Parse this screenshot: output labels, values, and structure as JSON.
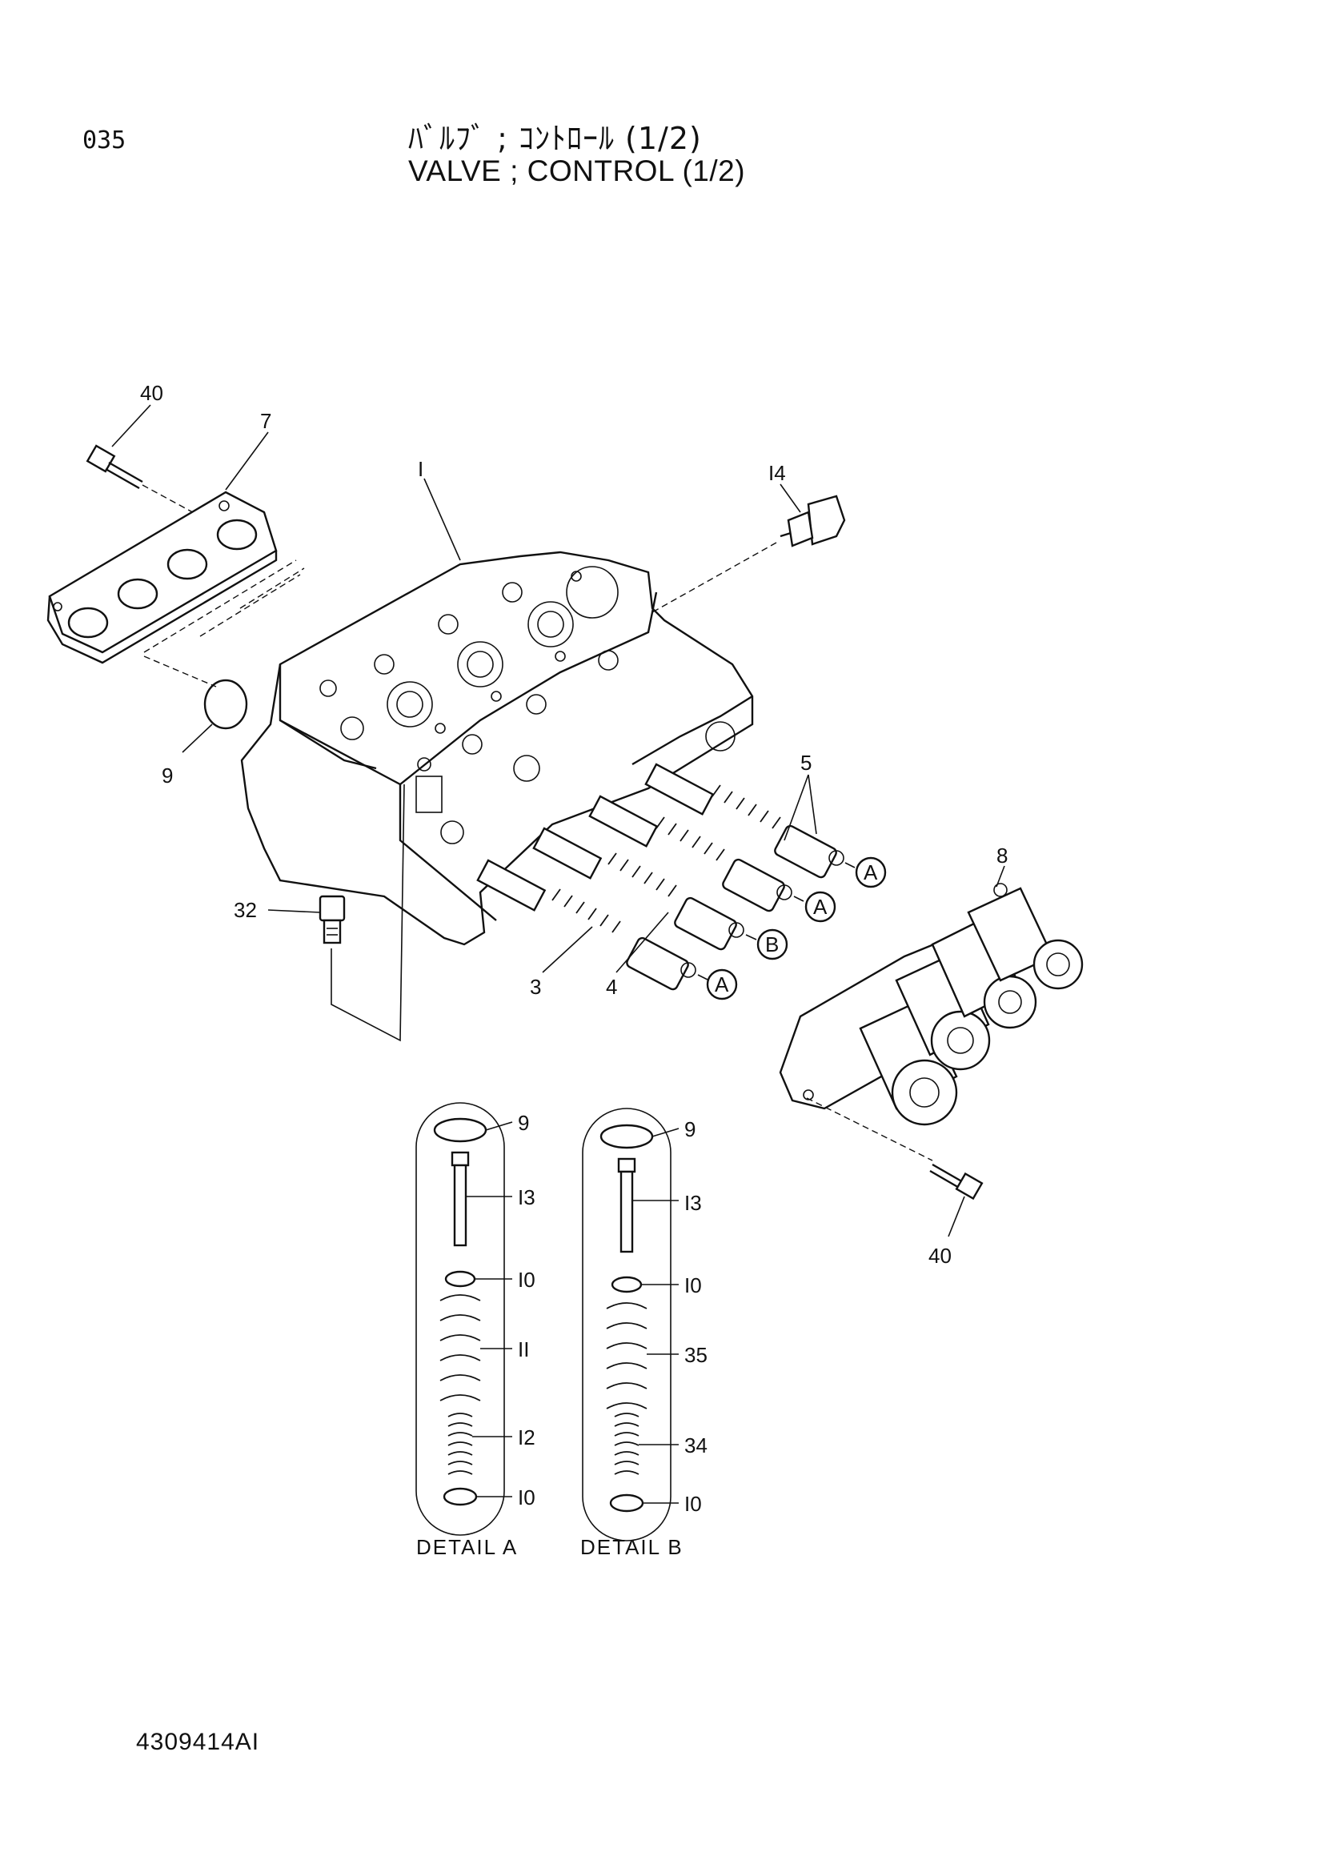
{
  "header": {
    "page_number": "035",
    "title_jp": "ﾊﾞﾙﾌﾞ ; ｺﾝﾄﾛｰﾙ (1/2)",
    "title_en": "VALVE ; CONTROL (1/2)"
  },
  "footer": {
    "doc_code": "4309414AI"
  },
  "callouts": {
    "c40_top": "40",
    "c7": "7",
    "c1": "I",
    "c14": "I4",
    "c9_left": "9",
    "c5": "5",
    "c8": "8",
    "c32": "32",
    "c3": "3",
    "c4": "4",
    "c40_right": "40",
    "markA1": "A",
    "markA2": "A",
    "markB": "B",
    "markA3": "A"
  },
  "detail_a": {
    "label": "DETAIL  A",
    "parts": [
      "9",
      "I3",
      "I0",
      "II",
      "I2",
      "I0"
    ]
  },
  "detail_b": {
    "label": "DETAIL  B",
    "parts": [
      "9",
      "I3",
      "I0",
      "35",
      "34",
      "I0"
    ]
  }
}
